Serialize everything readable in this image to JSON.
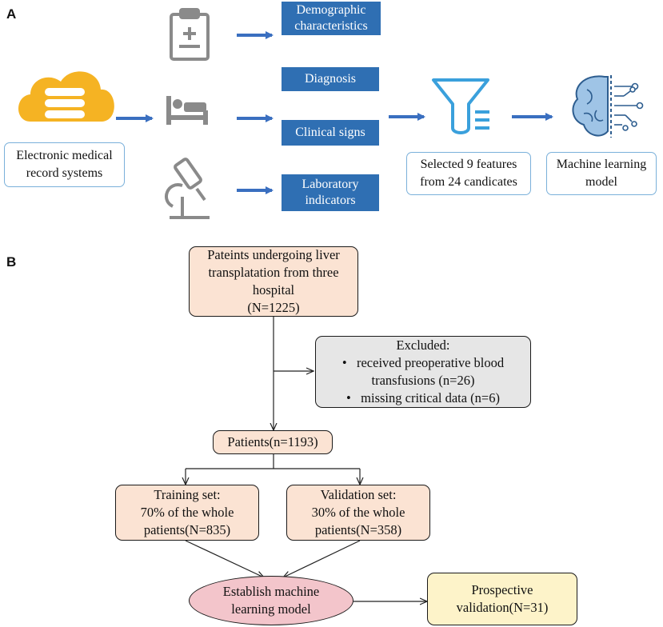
{
  "panel_a": {
    "letter": "A",
    "source": {
      "line1": "Electronic medical",
      "line2": "record systems"
    },
    "icons": [
      "cloud-database-icon",
      "clipboard-icon",
      "hospital-bed-icon",
      "microscope-icon",
      "filter-funnel-icon",
      "brain-ai-icon"
    ],
    "categories": [
      {
        "line1": "Demographic",
        "line2": "characteristics"
      },
      {
        "line1": "Diagnosis",
        "line2": ""
      },
      {
        "line1": "Clinical signs",
        "line2": ""
      },
      {
        "line1": "Laboratory",
        "line2": "indicators"
      }
    ],
    "selection": {
      "line1": "Selected 9 features",
      "line2": "from 24 candicates"
    },
    "model": {
      "line1": "Machine learning",
      "line2": "model"
    },
    "colors": {
      "accent_blue": "#2f6fb3",
      "cloud_orange": "#f5b323",
      "icon_grey": "#8a8a8a",
      "filter_blue": "#3aa0dc"
    }
  },
  "panel_b": {
    "letter": "B",
    "enrolled": {
      "line1": "Pateints undergoing liver",
      "line2": "transplatation from three",
      "line3": "hospital",
      "line4": "(N=1225)"
    },
    "excluded": {
      "title": "Excluded:",
      "items": [
        {
          "line1": "received preoperative blood",
          "line2": "transfusions (n=26)"
        },
        {
          "line1": "missing critical data (n=6)",
          "line2": ""
        }
      ]
    },
    "patients": "Patients(n=1193)",
    "training": {
      "line1": "Training set:",
      "line2": "70% of the whole",
      "line3": "patients(N=835)"
    },
    "validation": {
      "line1": "Validation set:",
      "line2": "30% of the whole",
      "line3": "patients(N=358)"
    },
    "establish": {
      "line1": "Establish machine",
      "line2": "learning model"
    },
    "prospective": {
      "line1": "Prospective",
      "line2": "validation(N=31)"
    },
    "colors": {
      "peach": "#fbe3d3",
      "grey": "#e6e6e6",
      "pink": "#f3c5cb",
      "cream": "#fdf3c9"
    }
  }
}
